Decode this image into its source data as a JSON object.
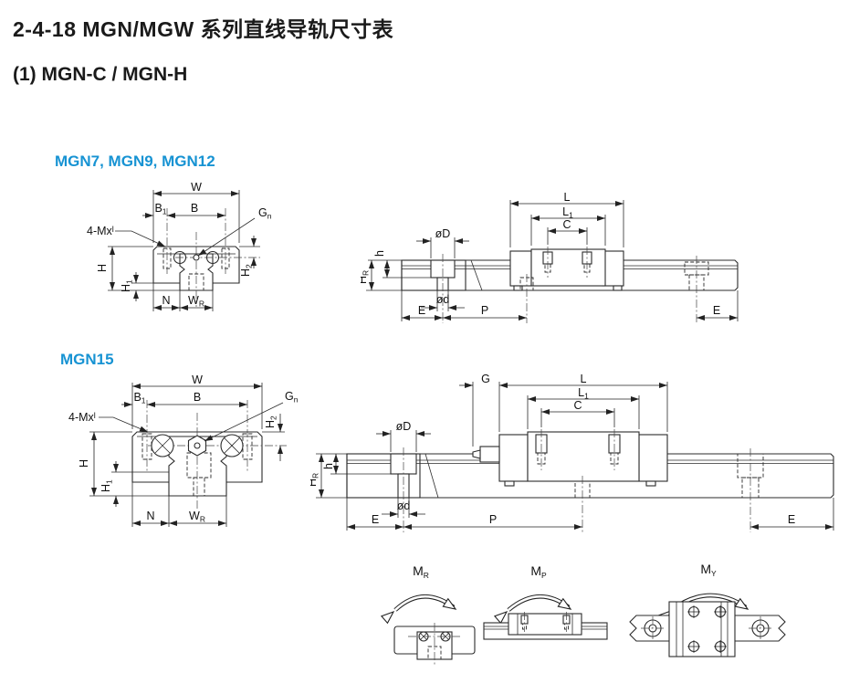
{
  "page": {
    "title": "2-4-18 MGN/MGW 系列直线导轨尺寸表",
    "subtitle": "(1) MGN-C / MGN-H"
  },
  "sections": {
    "small_heading": "MGN7, MGN9, MGN12",
    "large_heading": "MGN15"
  },
  "colors": {
    "accent_blue": "#1793d3",
    "line_color": "#2b2b2b"
  },
  "dim_labels": {
    "W": "W",
    "B": "B",
    "B1": {
      "main": "B",
      "sub": "1"
    },
    "Gn": {
      "main": "G",
      "sub": "n"
    },
    "four_Mxl": {
      "main": "4-Mx",
      "sup": "l"
    },
    "H": "H",
    "H1": {
      "main": "H",
      "sub": "1"
    },
    "H2": {
      "main": "H",
      "sub": "2"
    },
    "N": "N",
    "WR": {
      "main": "W",
      "sub": "R"
    },
    "L": "L",
    "L1": {
      "main": "L",
      "sub": "1"
    },
    "C": "C",
    "oD": "øD",
    "od": "ød",
    "h": "h",
    "HR": {
      "main": "H",
      "sub": "R"
    },
    "E": "E",
    "P": "P",
    "G": "G"
  },
  "moments": {
    "MR": {
      "main": "M",
      "sub": "R"
    },
    "MP": {
      "main": "M",
      "sub": "P"
    },
    "MY": {
      "main": "M",
      "sub": "Y"
    }
  }
}
